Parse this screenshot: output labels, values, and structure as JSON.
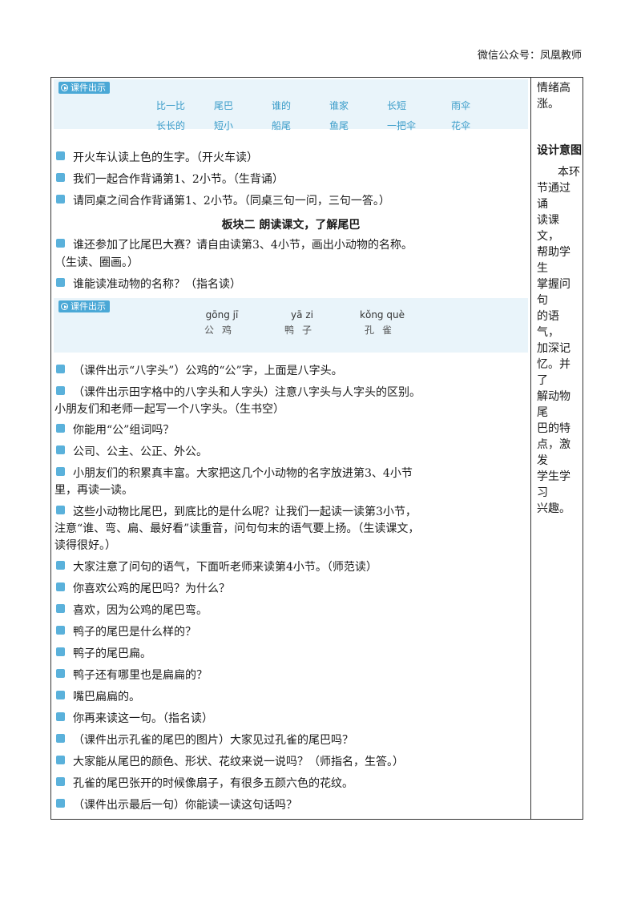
{
  "header": "微信公众号：凤凰教师",
  "courseware_label": "课件出示",
  "words": [
    "比一比",
    "尾巴",
    "谁的",
    "谁家",
    "长短",
    "雨伞",
    "长长的",
    "短小",
    "船尾",
    "鱼尾",
    "一把伞",
    "花伞"
  ],
  "lines_a": [
    "开火车认读上色的生字。（开火车读）",
    "我们一起合作背诵第1、2小节。（生背诵）",
    "请同桌之间合作背诵第1、2小节。（同桌三句一问，三句一答。）"
  ],
  "section_title": "板块二  朗读课文，了解尾巴",
  "q1_a": "谁还参加了比尾巴大赛？请自由读第3、4小节，画出小动物的名称。",
  "q1_b": "（生读、圈画。）",
  "q2": "谁能读准动物的名称？（指名读）",
  "pinyin": [
    {
      "py": "gōng jī",
      "hz": "公鸡"
    },
    {
      "py": "yā zi",
      "hz": "鸭子"
    },
    {
      "py": "kǒng què",
      "hz": "孔雀"
    }
  ],
  "lines_b": [
    "（课件出示“八字头”）公鸡的“公”字，上面是八字头。",
    "（课件出示田字格中的八字头和人字头）注意八字头与人字头的区别。",
    "小朋友们和老师一起写一个八字头。（生书空）",
    "你能用“公”组词吗？",
    "公司、公主、公正、外公。",
    "小朋友们的积累真丰富。大家把这几个小动物的名字放进第3、4小节",
    "里，再读一读。",
    "这些小动物比尾巴，到底比的是什么呢？让我们一起读一读第3小节，",
    "注意“谁、弯、扁、最好看”读重音，问句句末的语气要上扬。（生读课文，",
    "读得很好。）",
    "大家注意了问句的语气，下面听老师来读第4小节。（师范读）",
    "你喜欢公鸡的尾巴吗？为什么？",
    "喜欢，因为公鸡的尾巴弯。",
    "鸭子的尾巴是什么样的？",
    "鸭子的尾巴扁。",
    "鸭子还有哪里也是扁扁的？",
    "嘴巴扁扁的。",
    "你再来读这一句。（指名读）",
    "（课件出示孔雀的尾巴的图片）大家见过孔雀的尾巴吗？",
    "大家能从尾巴的颜色、形状、花纹来说一说吗？（师指名，生答。）",
    "孔雀的尾巴张开的时候像扇子，有很多五颜六色的花纹。",
    "（课件出示最后一句）你能读一读这句话吗？"
  ],
  "side": {
    "top": [
      "情绪高",
      "涨。"
    ],
    "title": "设计意图",
    "body": [
      "本环",
      "节通过诵",
      "读课文，",
      "帮助学生",
      "掌握问句",
      "的语气，",
      "加深记",
      "忆。并了",
      "解动物尾",
      "巴的特",
      "点，激发",
      "学生学习",
      "兴趣。"
    ]
  }
}
